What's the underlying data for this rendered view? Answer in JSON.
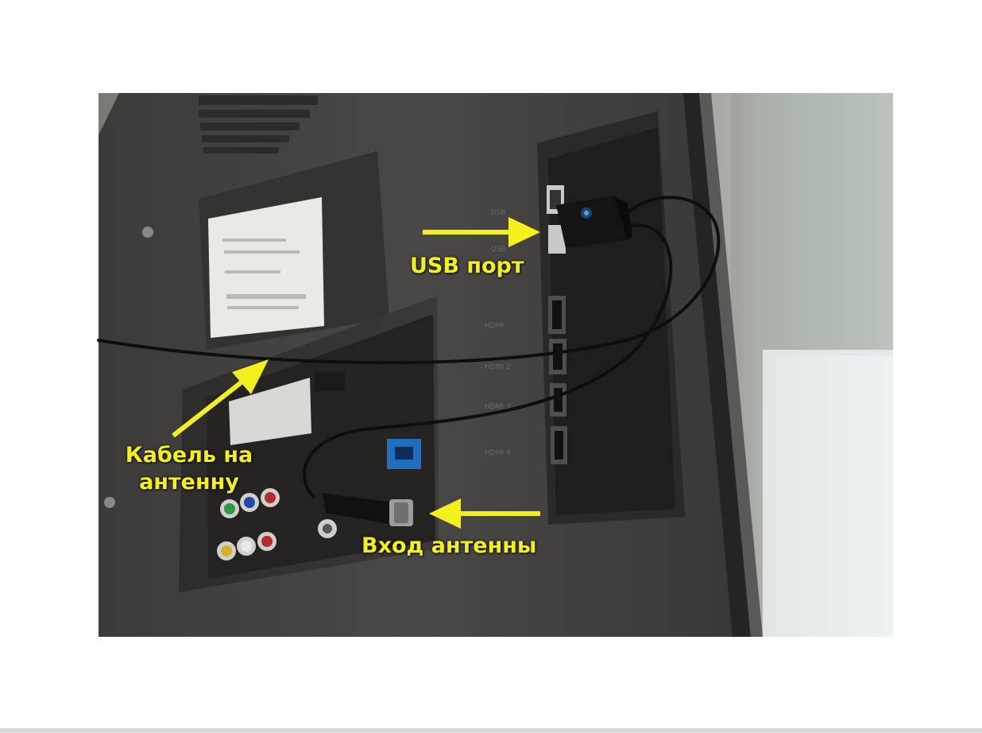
{
  "photo": {
    "subject": "tv-rear-panel-with-connected-cables",
    "annotation_color": "#f4f11a"
  },
  "annotations": {
    "usb": {
      "label": "USB порт"
    },
    "cable": {
      "label": "Кабель на антенну"
    },
    "antenna_input": {
      "label": "Вход антенны"
    }
  },
  "panel_markings": {
    "usb_top": "USB",
    "usb_bottom": "USB",
    "hdmi_1": "HDMI",
    "hdmi_2": "HDMI 2",
    "hdmi_3": "HDMI 3",
    "hdmi_4": "HDMI 4"
  }
}
